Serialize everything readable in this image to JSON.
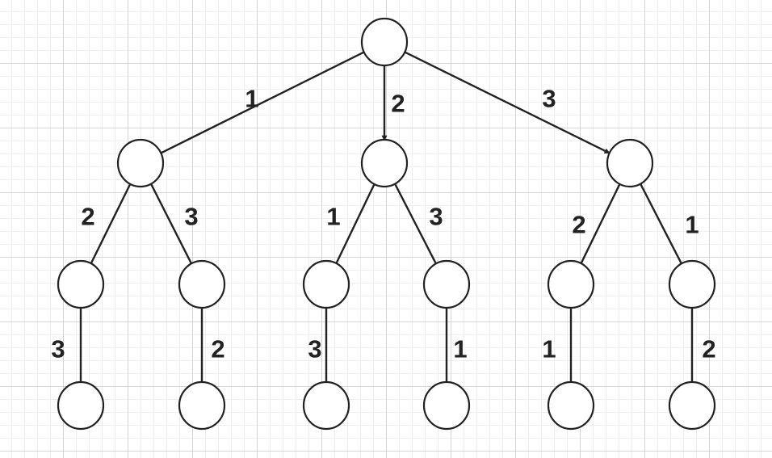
{
  "tree": {
    "nodes": [
      "root",
      "a",
      "b",
      "c",
      "a1",
      "a2",
      "b1",
      "b2",
      "c1",
      "c2",
      "a1x",
      "a2x",
      "b1x",
      "b2x",
      "c1x",
      "c2x"
    ],
    "edges": [
      {
        "from": "root",
        "to": "a",
        "label": "1",
        "arrow": false
      },
      {
        "from": "root",
        "to": "b",
        "label": "2",
        "arrow": true
      },
      {
        "from": "root",
        "to": "c",
        "label": "3",
        "arrow": true
      },
      {
        "from": "a",
        "to": "a1",
        "label": "2",
        "arrow": false
      },
      {
        "from": "a",
        "to": "a2",
        "label": "3",
        "arrow": false
      },
      {
        "from": "b",
        "to": "b1",
        "label": "1",
        "arrow": false
      },
      {
        "from": "b",
        "to": "b2",
        "label": "3",
        "arrow": false
      },
      {
        "from": "c",
        "to": "c1",
        "label": "2",
        "arrow": false
      },
      {
        "from": "c",
        "to": "c2",
        "label": "1",
        "arrow": false
      },
      {
        "from": "a1",
        "to": "a1x",
        "label": "3",
        "arrow": false
      },
      {
        "from": "a2",
        "to": "a2x",
        "label": "2",
        "arrow": false
      },
      {
        "from": "b1",
        "to": "b1x",
        "label": "3",
        "arrow": false
      },
      {
        "from": "b2",
        "to": "b2x",
        "label": "1",
        "arrow": false
      },
      {
        "from": "c1",
        "to": "c1x",
        "label": "1",
        "arrow": false
      },
      {
        "from": "c2",
        "to": "c2x",
        "label": "2",
        "arrow": false
      }
    ]
  }
}
